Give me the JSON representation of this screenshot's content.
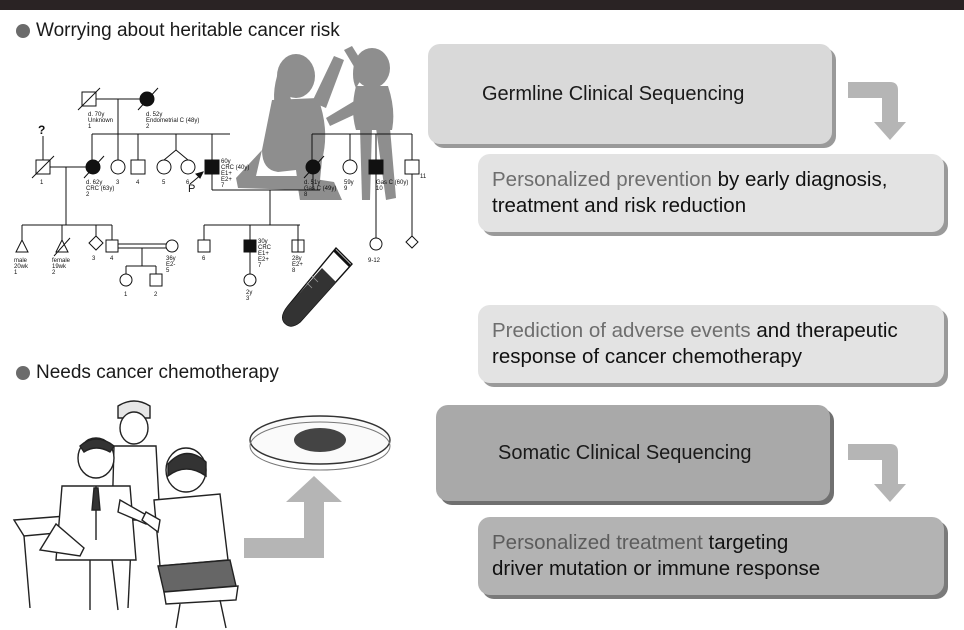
{
  "sections": {
    "hereditary": "Worrying about heritable cancer risk",
    "chemo": "Needs cancer chemotherapy"
  },
  "boxes": {
    "germline": "Germline Clinical Sequencing",
    "prevention": {
      "highlight": "Personalized prevention",
      "rest1": " by early diagnosis,",
      "rest2": "treatment and risk reduction"
    },
    "adverse": {
      "highlight": "Prediction of adverse events",
      "rest1": " and therapeutic",
      "rest2": "response of cancer chemotherapy"
    },
    "somatic": "Somatic Clinical Sequencing",
    "treatment": {
      "highlight": "Personalized treatment",
      "rest1": " targeting",
      "rest2": "driver mutation or immune response"
    }
  },
  "pedigree": {
    "gen1_left": [
      "d. 70y",
      "Unknown",
      "1"
    ],
    "gen1_right": [
      "d. 52y",
      "Endometrial C (48y)",
      "2"
    ],
    "question": "?",
    "ii1": "1",
    "ii2": [
      "d. 62y",
      "CRC (63y)",
      "2"
    ],
    "ii3": "3",
    "ii4": "4",
    "ii5": "5",
    "ii6": "6",
    "proband_marker": "P",
    "ii7": [
      "60y",
      "CRC (40y)",
      "E1+",
      "E2+",
      "7"
    ],
    "ii8": [
      "d. 51y",
      "Gas C (49y)",
      "8"
    ],
    "ii9": [
      "59y",
      "9"
    ],
    "ii10": [
      "Gas C (60y)",
      "10"
    ],
    "ii11": "11",
    "iii_male": [
      "male",
      "20wk",
      "1"
    ],
    "iii_female": [
      "female",
      "19wk",
      "2"
    ],
    "iii3": "3",
    "iii4": "4",
    "iii5": [
      "36y",
      "E2-",
      "5"
    ],
    "iii6": "6",
    "iii7": [
      "30y",
      "CRC",
      "E1+",
      "E2+",
      "7"
    ],
    "iii8": [
      "28y",
      "E2+",
      "8"
    ],
    "iii9_12": "9-12",
    "iv1": "1",
    "iv2": "2",
    "iv3": [
      "2y",
      "3"
    ]
  },
  "colors": {
    "topbar": "#2a2324",
    "silhouette": "#8e8e8e",
    "arrow": "#b5b5b5"
  }
}
